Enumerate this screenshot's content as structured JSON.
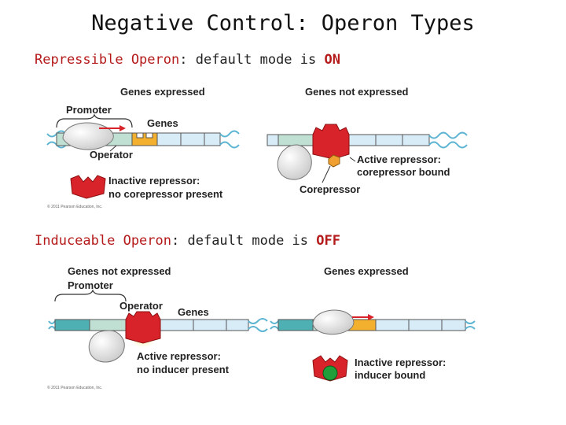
{
  "title": "Negative Control:  Operon Types",
  "repressible": {
    "name": "Repressible Operon",
    "sep": ":",
    "mode_text": " default mode is ",
    "mode_value": "ON",
    "left": {
      "state": "Genes expressed",
      "promoter": "Promoter",
      "genes": "Genes",
      "operator": "Operator",
      "repressor_line1": "Inactive repressor:",
      "repressor_line2": "no corepressor present",
      "copyright": "© 2011 Pearson Education, Inc."
    },
    "right": {
      "state": "Genes not expressed",
      "repressor_line1": "Active repressor:",
      "repressor_line2": "corepressor bound",
      "corepressor": "Corepressor"
    }
  },
  "inducible": {
    "name": "Induceable Operon",
    "sep": ":",
    "mode_text": "  default mode is ",
    "mode_value": "OFF",
    "left": {
      "state": "Genes not expressed",
      "promoter": "Promoter",
      "operator": "Operator",
      "genes": "Genes",
      "repressor_line1": "Active repressor:",
      "repressor_line2": "no inducer present",
      "copyright": "© 2011 Pearson Education, Inc."
    },
    "right": {
      "state": "Genes expressed",
      "repressor_line1": "Inactive repressor:",
      "repressor_line2": "inducer bound"
    }
  },
  "colors": {
    "promoter": "#bfe0d2",
    "promoter_dark": "#4fb0b4",
    "operator": "#f2b02e",
    "genes": "#d7ecf6",
    "repressor": "#d8232a",
    "polymerase": "#dcdcdc",
    "corepressor": "#f0a030",
    "inducer": "#1f9e3a",
    "arrow": "#d8232a",
    "dna_helix": "#5ab4d2"
  }
}
